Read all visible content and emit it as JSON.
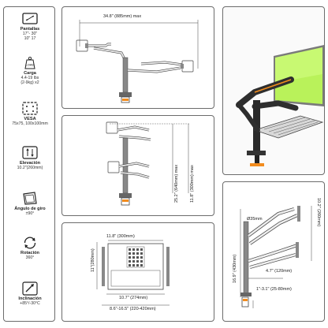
{
  "specs": {
    "screens": {
      "title": "Pantallas",
      "line1": "17\"- 30\"",
      "line2": "10\" 17"
    },
    "load": {
      "badge": "LOAD",
      "title": "Carga",
      "line1": "4.4-19 lbs",
      "line2": "(2-9kg) x2"
    },
    "vesa": {
      "title": "VESA",
      "line1": "75x75, 100x100mm"
    },
    "elevation": {
      "title": "Elevación",
      "line1": "10.2\"(260mm)"
    },
    "tilt": {
      "title": "Ángulo de giro",
      "line1": "±90°"
    },
    "rotation": {
      "title": "Rotación",
      "line1": "360°"
    },
    "incline": {
      "title": "Inclinación",
      "line1": "+85°/-30°C"
    }
  },
  "diagrams": {
    "top": {
      "width": "34.8\" (885mm) max"
    },
    "middle": {
      "height1": "25.2\" (640mm) max",
      "height2": "11.8\" (300mm) max"
    },
    "bottom": {
      "top_width": "11.8\" (300mm)",
      "side_height": "11\"(280mm)",
      "inner_width": "10.7\" (274mm)",
      "bottom_width": "8.6\"-16.5\" (220-420mm)"
    },
    "side": {
      "pole": "Ø35mm",
      "arm": "4.7\" (120mm)",
      "clamp": "1\"-3.1\" (25-80mm)",
      "height_left": "16.9\" (430mm)",
      "height_right": "10.2\" (260mm)"
    }
  },
  "colors": {
    "border": "#6c6c6c",
    "line": "#444444",
    "accent": "#f28c1e",
    "dark": "#3a3a3a"
  }
}
